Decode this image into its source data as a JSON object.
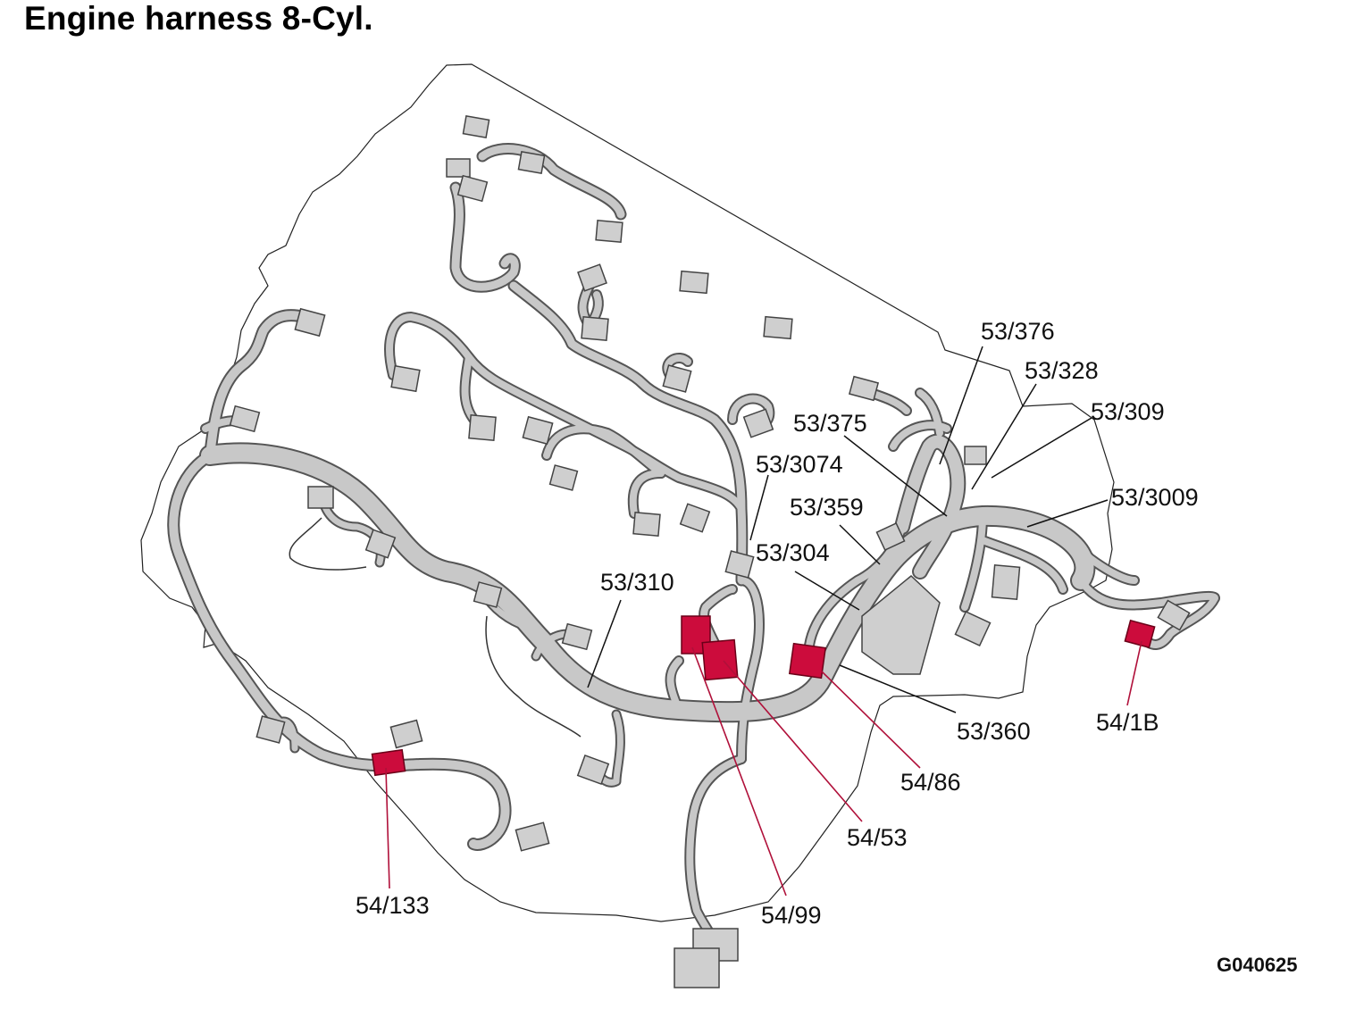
{
  "title": "Engine harness 8-Cyl.",
  "figure_ref": "G040625",
  "callouts": {
    "c53_376": "53/376",
    "c53_328": "53/328",
    "c53_309": "53/309",
    "c53_375": "53/375",
    "c53_3074": "53/3074",
    "c53_3009": "53/3009",
    "c53_359": "53/359",
    "c53_304": "53/304",
    "c53_310": "53/310",
    "c53_360": "53/360",
    "c54_1B": "54/1B",
    "c54_86": "54/86",
    "c54_53": "54/53",
    "c54_99": "54/99",
    "c54_133": "54/133"
  },
  "colors": {
    "highlight_connector": "#cc0c3c",
    "highlight_leader": "#b0103a",
    "harness": "#c8c8c8",
    "connector": "#cfcfcf"
  }
}
